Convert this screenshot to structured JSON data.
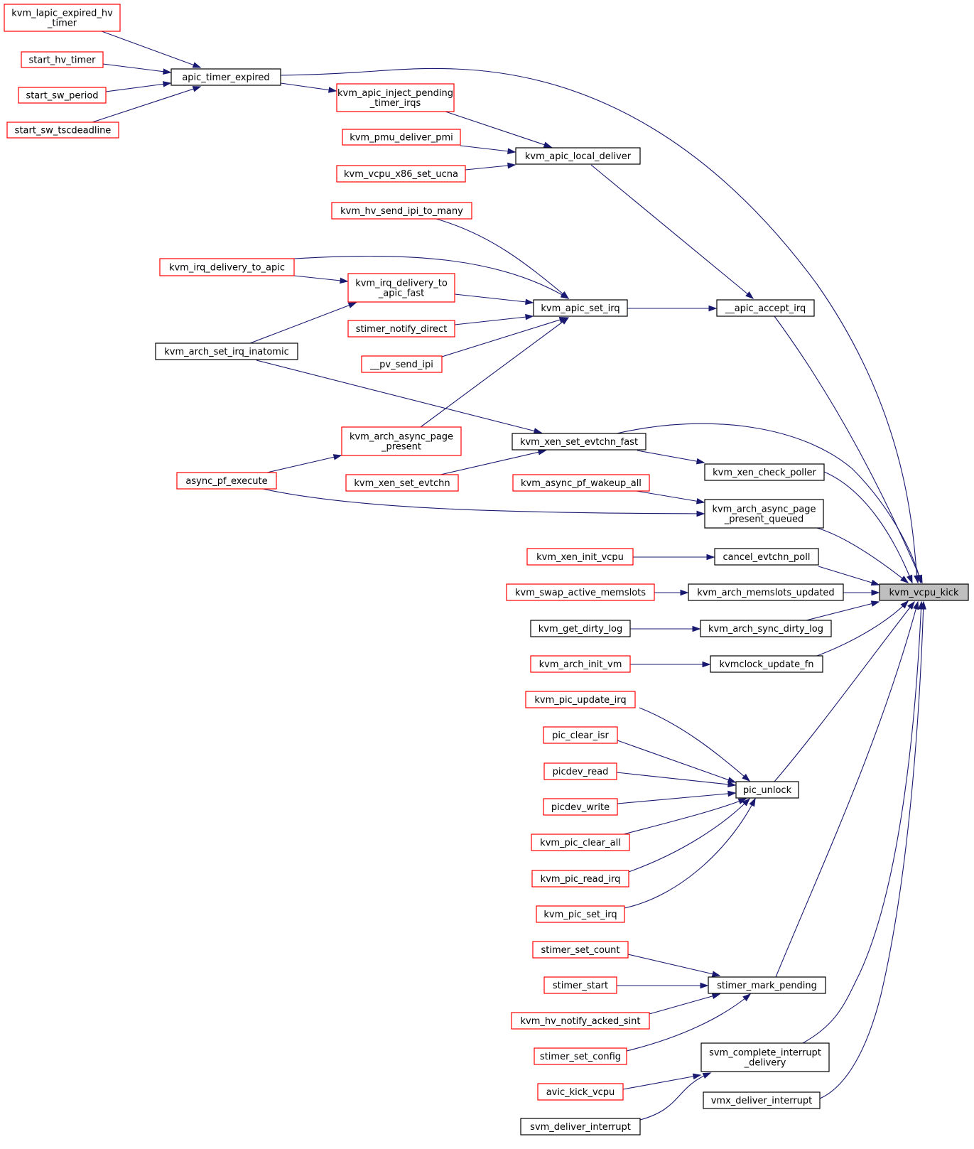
{
  "graph": {
    "target": "kvm_vcpu_kick",
    "nodes": [
      {
        "id": "kvm_lapic_expired_hv_timer",
        "lines": [
          "kvm_lapic_expired_hv",
          "_timer"
        ],
        "style": "red"
      },
      {
        "id": "start_hv_timer",
        "lines": [
          "start_hv_timer"
        ],
        "style": "red"
      },
      {
        "id": "start_sw_period",
        "lines": [
          "start_sw_period"
        ],
        "style": "red"
      },
      {
        "id": "start_sw_tscdeadline",
        "lines": [
          "start_sw_tscdeadline"
        ],
        "style": "red"
      },
      {
        "id": "apic_timer_expired",
        "lines": [
          "apic_timer_expired"
        ],
        "style": "black"
      },
      {
        "id": "kvm_apic_inject_pending_timer_irqs",
        "lines": [
          "kvm_apic_inject_pending",
          "_timer_irqs"
        ],
        "style": "red"
      },
      {
        "id": "kvm_pmu_deliver_pmi",
        "lines": [
          "kvm_pmu_deliver_pmi"
        ],
        "style": "red"
      },
      {
        "id": "kvm_vcpu_x86_set_ucna",
        "lines": [
          "kvm_vcpu_x86_set_ucna"
        ],
        "style": "red"
      },
      {
        "id": "kvm_apic_local_deliver",
        "lines": [
          "kvm_apic_local_deliver"
        ],
        "style": "black"
      },
      {
        "id": "kvm_hv_send_ipi_to_many",
        "lines": [
          "kvm_hv_send_ipi_to_many"
        ],
        "style": "red"
      },
      {
        "id": "kvm_irq_delivery_to_apic",
        "lines": [
          "kvm_irq_delivery_to_apic"
        ],
        "style": "red"
      },
      {
        "id": "kvm_irq_delivery_to_apic_fast",
        "lines": [
          "kvm_irq_delivery_to",
          "_apic_fast"
        ],
        "style": "red"
      },
      {
        "id": "stimer_notify_direct",
        "lines": [
          "stimer_notify_direct"
        ],
        "style": "red"
      },
      {
        "id": "kvm_apic_set_irq",
        "lines": [
          "kvm_apic_set_irq"
        ],
        "style": "black"
      },
      {
        "id": "__apic_accept_irq",
        "lines": [
          "__apic_accept_irq"
        ],
        "style": "black"
      },
      {
        "id": "kvm_arch_set_irq_inatomic",
        "lines": [
          "kvm_arch_set_irq_inatomic"
        ],
        "style": "black"
      },
      {
        "id": "__pv_send_ipi",
        "lines": [
          "__pv_send_ipi"
        ],
        "style": "red"
      },
      {
        "id": "kvm_arch_async_page_present",
        "lines": [
          "kvm_arch_async_page",
          "_present"
        ],
        "style": "red"
      },
      {
        "id": "kvm_xen_set_evtchn_fast",
        "lines": [
          "kvm_xen_set_evtchn_fast"
        ],
        "style": "black"
      },
      {
        "id": "async_pf_execute",
        "lines": [
          "async_pf_execute"
        ],
        "style": "red"
      },
      {
        "id": "kvm_xen_set_evtchn",
        "lines": [
          "kvm_xen_set_evtchn"
        ],
        "style": "red"
      },
      {
        "id": "kvm_xen_check_poller",
        "lines": [
          "kvm_xen_check_poller"
        ],
        "style": "black"
      },
      {
        "id": "kvm_async_pf_wakeup_all",
        "lines": [
          "kvm_async_pf_wakeup_all"
        ],
        "style": "red"
      },
      {
        "id": "kvm_arch_async_page_present_queued",
        "lines": [
          "kvm_arch_async_page",
          "_present_queued"
        ],
        "style": "black"
      },
      {
        "id": "kvm_xen_init_vcpu",
        "lines": [
          "kvm_xen_init_vcpu"
        ],
        "style": "red"
      },
      {
        "id": "cancel_evtchn_poll",
        "lines": [
          "cancel_evtchn_poll"
        ],
        "style": "black"
      },
      {
        "id": "kvm_swap_active_memslots",
        "lines": [
          "kvm_swap_active_memslots"
        ],
        "style": "red"
      },
      {
        "id": "kvm_arch_memslots_updated",
        "lines": [
          "kvm_arch_memslots_updated"
        ],
        "style": "black"
      },
      {
        "id": "kvm_vcpu_kick",
        "lines": [
          "kvm_vcpu_kick"
        ],
        "style": "gray"
      },
      {
        "id": "kvm_get_dirty_log",
        "lines": [
          "kvm_get_dirty_log"
        ],
        "style": "black"
      },
      {
        "id": "kvm_arch_sync_dirty_log",
        "lines": [
          "kvm_arch_sync_dirty_log"
        ],
        "style": "black"
      },
      {
        "id": "kvm_arch_init_vm",
        "lines": [
          "kvm_arch_init_vm"
        ],
        "style": "red"
      },
      {
        "id": "kvmclock_update_fn",
        "lines": [
          "kvmclock_update_fn"
        ],
        "style": "black"
      },
      {
        "id": "kvm_pic_update_irq",
        "lines": [
          "kvm_pic_update_irq"
        ],
        "style": "red"
      },
      {
        "id": "pic_clear_isr",
        "lines": [
          "pic_clear_isr"
        ],
        "style": "red"
      },
      {
        "id": "picdev_read",
        "lines": [
          "picdev_read"
        ],
        "style": "red"
      },
      {
        "id": "pic_unlock",
        "lines": [
          "pic_unlock"
        ],
        "style": "black"
      },
      {
        "id": "picdev_write",
        "lines": [
          "picdev_write"
        ],
        "style": "red"
      },
      {
        "id": "kvm_pic_clear_all",
        "lines": [
          "kvm_pic_clear_all"
        ],
        "style": "red"
      },
      {
        "id": "kvm_pic_read_irq",
        "lines": [
          "kvm_pic_read_irq"
        ],
        "style": "red"
      },
      {
        "id": "kvm_pic_set_irq",
        "lines": [
          "kvm_pic_set_irq"
        ],
        "style": "red"
      },
      {
        "id": "stimer_set_count",
        "lines": [
          "stimer_set_count"
        ],
        "style": "red"
      },
      {
        "id": "stimer_start",
        "lines": [
          "stimer_start"
        ],
        "style": "red"
      },
      {
        "id": "stimer_mark_pending",
        "lines": [
          "stimer_mark_pending"
        ],
        "style": "black"
      },
      {
        "id": "kvm_hv_notify_acked_sint",
        "lines": [
          "kvm_hv_notify_acked_sint"
        ],
        "style": "red"
      },
      {
        "id": "stimer_set_config",
        "lines": [
          "stimer_set_config"
        ],
        "style": "red"
      },
      {
        "id": "svm_complete_interrupt_delivery",
        "lines": [
          "svm_complete_interrupt",
          "_delivery"
        ],
        "style": "black"
      },
      {
        "id": "avic_kick_vcpu",
        "lines": [
          "avic_kick_vcpu"
        ],
        "style": "red"
      },
      {
        "id": "vmx_deliver_interrupt",
        "lines": [
          "vmx_deliver_interrupt"
        ],
        "style": "black"
      },
      {
        "id": "svm_deliver_interrupt",
        "lines": [
          "svm_deliver_interrupt"
        ],
        "style": "black"
      }
    ],
    "edges": [
      {
        "from": "kvm_lapic_expired_hv_timer",
        "to": "apic_timer_expired"
      },
      {
        "from": "start_hv_timer",
        "to": "apic_timer_expired"
      },
      {
        "from": "start_sw_period",
        "to": "apic_timer_expired"
      },
      {
        "from": "start_sw_tscdeadline",
        "to": "apic_timer_expired"
      },
      {
        "from": "apic_timer_expired",
        "to": "kvm_apic_inject_pending_timer_irqs"
      },
      {
        "from": "apic_timer_expired",
        "to": "kvm_vcpu_kick"
      },
      {
        "from": "kvm_apic_inject_pending_timer_irqs",
        "to": "kvm_apic_local_deliver"
      },
      {
        "from": "kvm_pmu_deliver_pmi",
        "to": "kvm_apic_local_deliver"
      },
      {
        "from": "kvm_vcpu_x86_set_ucna",
        "to": "kvm_apic_local_deliver"
      },
      {
        "from": "kvm_apic_local_deliver",
        "to": "__apic_accept_irq"
      },
      {
        "from": "kvm_hv_send_ipi_to_many",
        "to": "kvm_apic_set_irq"
      },
      {
        "from": "kvm_irq_delivery_to_apic",
        "to": "kvm_apic_set_irq"
      },
      {
        "from": "kvm_irq_delivery_to_apic",
        "to": "kvm_irq_delivery_to_apic_fast"
      },
      {
        "from": "kvm_irq_delivery_to_apic_fast",
        "to": "kvm_apic_set_irq"
      },
      {
        "from": "stimer_notify_direct",
        "to": "kvm_apic_set_irq"
      },
      {
        "from": "__pv_send_ipi",
        "to": "kvm_apic_set_irq"
      },
      {
        "from": "kvm_arch_async_page_present",
        "to": "kvm_apic_set_irq"
      },
      {
        "from": "kvm_arch_set_irq_inatomic",
        "to": "kvm_irq_delivery_to_apic_fast"
      },
      {
        "from": "kvm_arch_set_irq_inatomic",
        "to": "kvm_xen_set_evtchn_fast"
      },
      {
        "from": "kvm_apic_set_irq",
        "to": "__apic_accept_irq"
      },
      {
        "from": "__apic_accept_irq",
        "to": "kvm_vcpu_kick"
      },
      {
        "from": "async_pf_execute",
        "to": "kvm_arch_async_page_present"
      },
      {
        "from": "async_pf_execute",
        "to": "kvm_arch_async_page_present_queued"
      },
      {
        "from": "kvm_xen_set_evtchn",
        "to": "kvm_xen_set_evtchn_fast"
      },
      {
        "from": "kvm_xen_set_evtchn_fast",
        "to": "kvm_vcpu_kick"
      },
      {
        "from": "kvm_xen_set_evtchn_fast",
        "to": "kvm_xen_check_poller"
      },
      {
        "from": "kvm_xen_check_poller",
        "to": "kvm_vcpu_kick"
      },
      {
        "from": "kvm_async_pf_wakeup_all",
        "to": "kvm_arch_async_page_present_queued"
      },
      {
        "from": "kvm_arch_async_page_present_queued",
        "to": "kvm_vcpu_kick"
      },
      {
        "from": "kvm_xen_init_vcpu",
        "to": "cancel_evtchn_poll"
      },
      {
        "from": "cancel_evtchn_poll",
        "to": "kvm_vcpu_kick"
      },
      {
        "from": "kvm_swap_active_memslots",
        "to": "kvm_arch_memslots_updated"
      },
      {
        "from": "kvm_arch_memslots_updated",
        "to": "kvm_vcpu_kick"
      },
      {
        "from": "kvm_get_dirty_log",
        "to": "kvm_arch_sync_dirty_log"
      },
      {
        "from": "kvm_arch_sync_dirty_log",
        "to": "kvm_vcpu_kick"
      },
      {
        "from": "kvm_arch_init_vm",
        "to": "kvmclock_update_fn"
      },
      {
        "from": "kvmclock_update_fn",
        "to": "kvm_vcpu_kick"
      },
      {
        "from": "kvm_pic_update_irq",
        "to": "pic_unlock"
      },
      {
        "from": "pic_clear_isr",
        "to": "pic_unlock"
      },
      {
        "from": "picdev_read",
        "to": "pic_unlock"
      },
      {
        "from": "picdev_write",
        "to": "pic_unlock"
      },
      {
        "from": "kvm_pic_clear_all",
        "to": "pic_unlock"
      },
      {
        "from": "kvm_pic_read_irq",
        "to": "pic_unlock"
      },
      {
        "from": "kvm_pic_set_irq",
        "to": "pic_unlock"
      },
      {
        "from": "pic_unlock",
        "to": "kvm_vcpu_kick"
      },
      {
        "from": "stimer_set_count",
        "to": "stimer_mark_pending"
      },
      {
        "from": "stimer_start",
        "to": "stimer_mark_pending"
      },
      {
        "from": "kvm_hv_notify_acked_sint",
        "to": "stimer_mark_pending"
      },
      {
        "from": "stimer_set_config",
        "to": "stimer_mark_pending"
      },
      {
        "from": "stimer_mark_pending",
        "to": "kvm_vcpu_kick"
      },
      {
        "from": "avic_kick_vcpu",
        "to": "svm_complete_interrupt_delivery"
      },
      {
        "from": "svm_deliver_interrupt",
        "to": "svm_complete_interrupt_delivery"
      },
      {
        "from": "svm_complete_interrupt_delivery",
        "to": "kvm_vcpu_kick"
      },
      {
        "from": "vmx_deliver_interrupt",
        "to": "kvm_vcpu_kick"
      }
    ]
  },
  "colors": {
    "edge": "#191970",
    "red_border": "#ff0000",
    "black_border": "#000000",
    "target_fill": "#bfbfbf"
  }
}
